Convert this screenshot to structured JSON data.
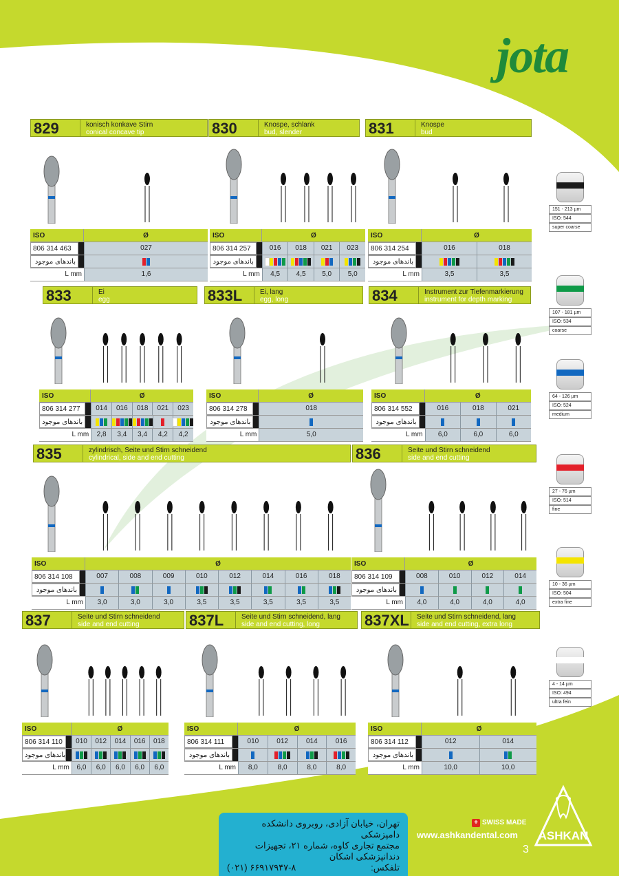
{
  "brand": "jota",
  "labels": {
    "iso": "ISO",
    "dia": "Ø",
    "bands": "باندهای موجود",
    "lmm": "L mm"
  },
  "colors": {
    "green": "#c5d92d",
    "yellow": "#f4e400",
    "red": "#e3202a",
    "blue": "#1268c0",
    "grn": "#0f9a48",
    "black": "#1a1a1a",
    "white": "#ffffff"
  },
  "sections": [
    {
      "num": "829",
      "de": "konisch konkave Stirn",
      "en": "conical concave tip",
      "code": "806 314 463",
      "sizes": [
        "027"
      ],
      "bands": [
        [
          "red",
          "blue"
        ]
      ],
      "lengths": [
        "1,6"
      ]
    },
    {
      "num": "830",
      "de": "Knospe, schlank",
      "en": "bud, slender",
      "code": "806 314 257",
      "sizes": [
        "016",
        "018",
        "021",
        "023"
      ],
      "bands": [
        [
          "white",
          "yellow",
          "red",
          "blue",
          "grn"
        ],
        [
          "yellow",
          "red",
          "blue",
          "grn",
          "black"
        ],
        [
          "yellow",
          "red",
          "blue"
        ],
        [
          "yellow",
          "blue",
          "grn",
          "black"
        ]
      ],
      "lengths": [
        "4,5",
        "4,5",
        "5,0",
        "5,0"
      ]
    },
    {
      "num": "831",
      "de": "Knospe",
      "en": "bud",
      "code": "806 314 254",
      "sizes": [
        "016",
        "018"
      ],
      "bands": [
        [
          "yellow",
          "red",
          "blue",
          "grn",
          "black"
        ],
        [
          "yellow",
          "red",
          "blue",
          "grn",
          "black"
        ]
      ],
      "lengths": [
        "3,5",
        "3,5"
      ]
    },
    {
      "num": "833",
      "de": "Ei",
      "en": "egg",
      "code": "806 314 277",
      "sizes": [
        "014",
        "016",
        "018",
        "021",
        "023"
      ],
      "bands": [
        [
          "yellow",
          "blue",
          "grn"
        ],
        [
          "yellow",
          "red",
          "blue",
          "grn",
          "black"
        ],
        [
          "yellow",
          "red",
          "blue",
          "grn",
          "black"
        ],
        [
          "red"
        ],
        [
          "white",
          "yellow",
          "blue",
          "grn",
          "black"
        ]
      ],
      "lengths": [
        "2,8",
        "3,4",
        "3,4",
        "4,2",
        "4,2"
      ]
    },
    {
      "num": "833L",
      "de": "Ei, lang",
      "en": "egg, long",
      "code": "806 314 278",
      "sizes": [
        "018"
      ],
      "bands": [
        [
          "blue"
        ]
      ],
      "lengths": [
        "5,0"
      ]
    },
    {
      "num": "834",
      "de": "Instrument zur Tiefenmarkierung",
      "en": "instrument for depth marking",
      "code": "806 314 552",
      "sizes": [
        "016",
        "018",
        "021"
      ],
      "bands": [
        [
          "blue"
        ],
        [
          "blue"
        ],
        [
          "blue"
        ]
      ],
      "lengths": [
        "6,0",
        "6,0",
        "6,0"
      ]
    },
    {
      "num": "835",
      "de": "zylindrisch, Seite und Stirn schneidend",
      "en": "cylindrical, side and end cutting",
      "code": "806 314 108",
      "sizes": [
        "007",
        "008",
        "009",
        "010",
        "012",
        "014",
        "016",
        "018"
      ],
      "bands": [
        [
          "blue"
        ],
        [
          "blue",
          "grn"
        ],
        [
          "blue"
        ],
        [
          "blue",
          "grn",
          "black"
        ],
        [
          "blue",
          "grn",
          "black"
        ],
        [
          "blue",
          "grn"
        ],
        [
          "blue",
          "grn"
        ],
        [
          "blue",
          "grn",
          "black"
        ]
      ],
      "lengths": [
        "3,0",
        "3,0",
        "3,0",
        "3,5",
        "3,5",
        "3,5",
        "3,5",
        "3,5"
      ]
    },
    {
      "num": "836",
      "de": "Seite und Stirn schneidend",
      "en": "side and end cutting",
      "code": "806 314 109",
      "sizes": [
        "008",
        "010",
        "012",
        "014"
      ],
      "bands": [
        [
          "blue"
        ],
        [
          "grn"
        ],
        [
          "grn"
        ],
        [
          "grn"
        ]
      ],
      "lengths": [
        "4,0",
        "4,0",
        "4,0",
        "4,0"
      ]
    },
    {
      "num": "837",
      "de": "Seite und Stirn schneidend",
      "en": "side and end cutting",
      "code": "806 314 110",
      "sizes": [
        "010",
        "012",
        "014",
        "016",
        "018"
      ],
      "bands": [
        [
          "blue",
          "grn",
          "black"
        ],
        [
          "blue",
          "grn",
          "black"
        ],
        [
          "blue",
          "grn",
          "black"
        ],
        [
          "blue",
          "grn",
          "black"
        ],
        [
          "blue",
          "grn",
          "black"
        ]
      ],
      "lengths": [
        "6,0",
        "6,0",
        "6,0",
        "6,0",
        "6,0"
      ]
    },
    {
      "num": "837L",
      "de": "Seite und Stirn schneidend, lang",
      "en": "side and end cutting, long",
      "code": "806 314 111",
      "sizes": [
        "010",
        "012",
        "014",
        "016"
      ],
      "bands": [
        [
          "blue"
        ],
        [
          "red",
          "blue",
          "grn",
          "black"
        ],
        [
          "blue",
          "grn",
          "black"
        ],
        [
          "red",
          "blue",
          "grn",
          "black"
        ]
      ],
      "lengths": [
        "8,0",
        "8,0",
        "8,0",
        "8,0"
      ]
    },
    {
      "num": "837XL",
      "de": "Seite und Stirn schneidend, lang",
      "en": "side and end cutting, extra long",
      "code": "806 314 112",
      "sizes": [
        "012",
        "014"
      ],
      "bands": [
        [
          "blue"
        ],
        [
          "blue",
          "grn"
        ]
      ],
      "lengths": [
        "10,0",
        "10,0"
      ]
    }
  ],
  "grits": [
    {
      "range": "151 - 213 µm",
      "iso": "ISO: 544",
      "name": "super coarse",
      "color": "#1a1a1a"
    },
    {
      "range": "107 - 181 µm",
      "iso": "ISO: 534",
      "name": "coarse",
      "color": "#0f9a48"
    },
    {
      "range": "64 - 126 µm",
      "iso": "ISO: 524",
      "name": "medium",
      "color": "#1268c0"
    },
    {
      "range": "27 - 76 µm",
      "iso": "ISO: 514",
      "name": "fine",
      "color": "#e3202a"
    },
    {
      "range": "10 - 36 µm",
      "iso": "ISO: 504",
      "name": "extra fine",
      "color": "#f4e400"
    },
    {
      "range": "4 - 14 µm",
      "iso": "ISO: 494",
      "name": "ultra fein",
      "color": "#ffffff"
    }
  ],
  "footer": {
    "address1": "تهران، خیابان آزادی، روبروی دانشکده دامپزشکی",
    "address2": "مجتمع تجاری کاوه، شماره ۲۱، تجهیزات دندانپزشکی اشکان",
    "tel_label": "تلفکس:",
    "tel": "(۰۲۱) ۶۶۹۱۷۹۴۷-۸",
    "swiss": "SWISS MADE",
    "web": "www.ashkandental.com",
    "page": "3",
    "ashkan": "ASHKAN"
  }
}
